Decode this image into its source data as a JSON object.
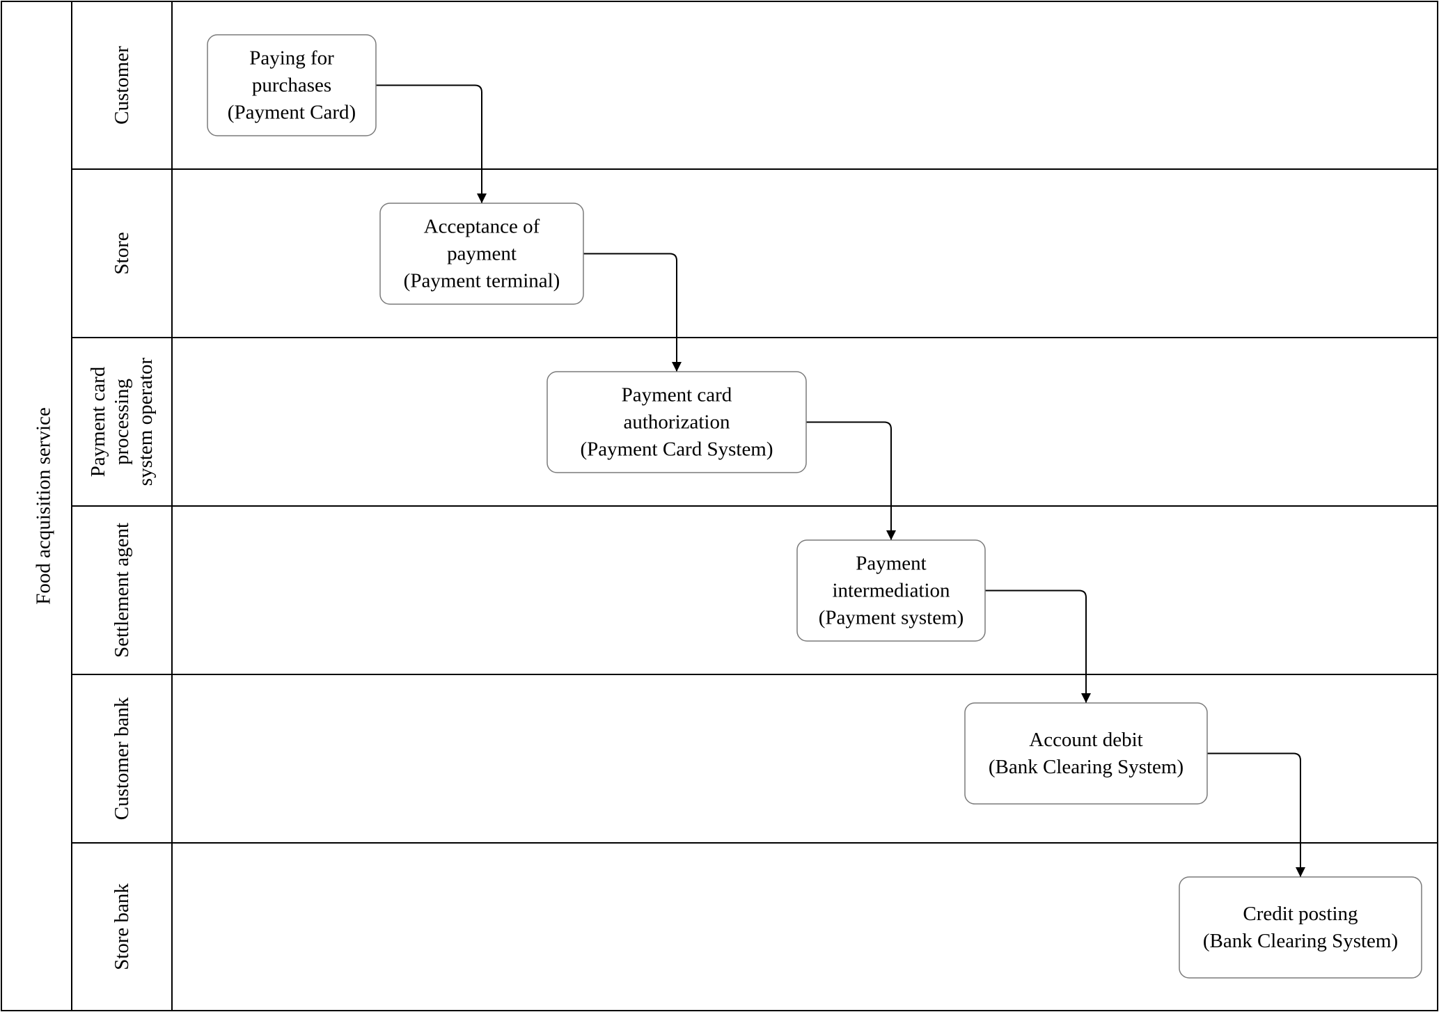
{
  "diagram": {
    "pool": {
      "label": "Food acquisition service"
    },
    "lanes": [
      {
        "label_lines": [
          "Customer"
        ]
      },
      {
        "label_lines": [
          "Store"
        ]
      },
      {
        "label_lines": [
          "Payment card",
          "processing",
          "system operator"
        ]
      },
      {
        "label_lines": [
          "Settlement agent"
        ]
      },
      {
        "label_lines": [
          "Customer bank"
        ]
      },
      {
        "label_lines": [
          "Store bank"
        ]
      }
    ],
    "activities": [
      {
        "lines": [
          "Paying for",
          "purchases",
          "(Payment Card)"
        ]
      },
      {
        "lines": [
          "Acceptance of",
          "payment",
          "(Payment terminal)"
        ]
      },
      {
        "lines": [
          "Payment card",
          "authorization",
          "(Payment Card System)"
        ]
      },
      {
        "lines": [
          "Payment",
          "intermediation",
          "(Payment system)"
        ]
      },
      {
        "lines": [
          "Account debit",
          "(Bank Clearing System)"
        ]
      },
      {
        "lines": [
          "Credit posting",
          "(Bank Clearing System)"
        ]
      }
    ],
    "flows": [
      {
        "from": 0,
        "to": 1
      },
      {
        "from": 1,
        "to": 2
      },
      {
        "from": 2,
        "to": 3
      },
      {
        "from": 3,
        "to": 4
      },
      {
        "from": 4,
        "to": 5
      }
    ],
    "colors": {
      "line": "#000000",
      "box_border": "#7a7a7a",
      "background": "#ffffff"
    }
  }
}
